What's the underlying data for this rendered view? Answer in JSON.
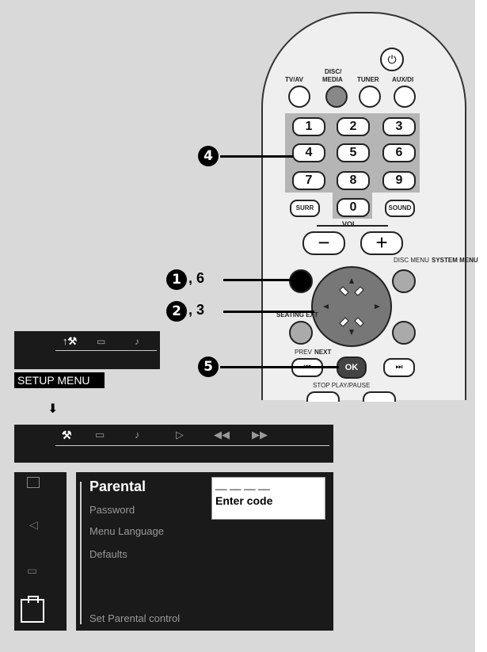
{
  "remote": {
    "labels": {
      "tv_av": "TV/AV",
      "disc_media_1": "DISC/",
      "disc_media_2": "MEDIA",
      "tuner": "TUNER",
      "aux_di": "AUX/DI",
      "vol": "VOL",
      "disc_menu": "DISC MENU",
      "system_menu": "SYSTEM MENU",
      "seating": "SEATING EXT",
      "prev": "PREV",
      "next": "NEXT",
      "ok": "OK",
      "stop_play": "STOP PLAY/PAUSE",
      "surr": "SURR",
      "sound": "SOUND"
    },
    "keys": [
      "1",
      "2",
      "3",
      "4",
      "5",
      "6",
      "7",
      "8",
      "9",
      "0"
    ],
    "callouts": {
      "c4": "4",
      "c16a": "1",
      "c16b": ", 6",
      "c23a": "2",
      "c23b": ", 3",
      "c5": "5"
    }
  },
  "setup_small": {
    "label": "SETUP MENU"
  },
  "setup_menu": {
    "items": [
      "Parental",
      "Password",
      "Menu Language",
      "Defaults"
    ],
    "popup_title": "__ __ __ __",
    "popup_text": "Enter code",
    "hint": "Set  Parental  control"
  },
  "colors": {
    "background": "#d9d9d9",
    "screen": "#1a1a1a",
    "remote_body": "#e6e6e6",
    "keypad": "#b5b5b5",
    "disc_media": "#888888"
  }
}
